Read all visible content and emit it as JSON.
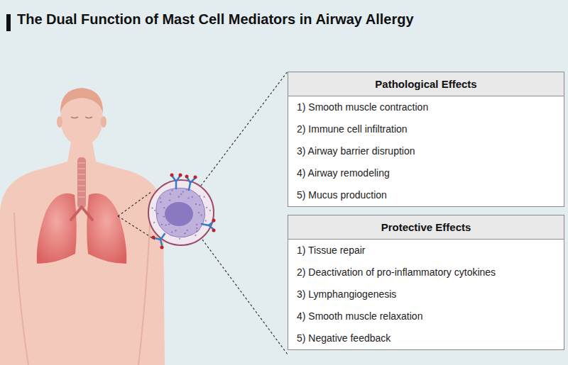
{
  "diagram": {
    "title": "The Dual Function of Mast Cell Mediators in Airway Allergy",
    "nodes": [
      {
        "text": [
          "Pathological Effects",
          "1) Smooth muscle contraction",
          "2) Immune cell infiltration",
          "3) Airway barrier disruption",
          "4) Airway remodeling",
          "5) Mucus production"
        ]
      },
      {
        "text": [
          "Protective Effects",
          "1) Tissue repair",
          "2) Deactivation of pro-inflammatory cytokines",
          "3) Lymphangiogenesis",
          "4) Smooth muscle relaxation",
          "5) Negative feedback"
        ]
      }
    ]
  }
}
